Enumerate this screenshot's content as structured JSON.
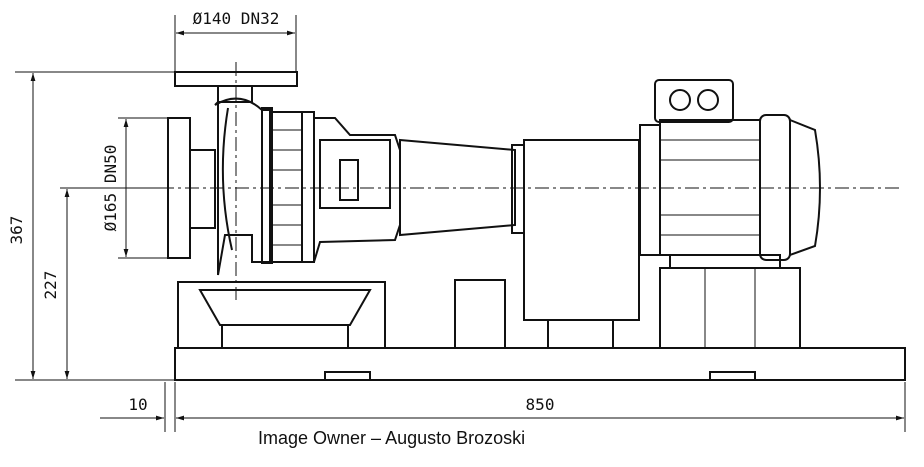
{
  "dimensions": {
    "discharge_flange": "Ø140 DN32",
    "suction_flange": "Ø165 DN50",
    "overall_height": "367",
    "shaft_height": "227",
    "offset": "10",
    "base_length": "850"
  },
  "caption": "Image Owner – Augusto Brozoski"
}
